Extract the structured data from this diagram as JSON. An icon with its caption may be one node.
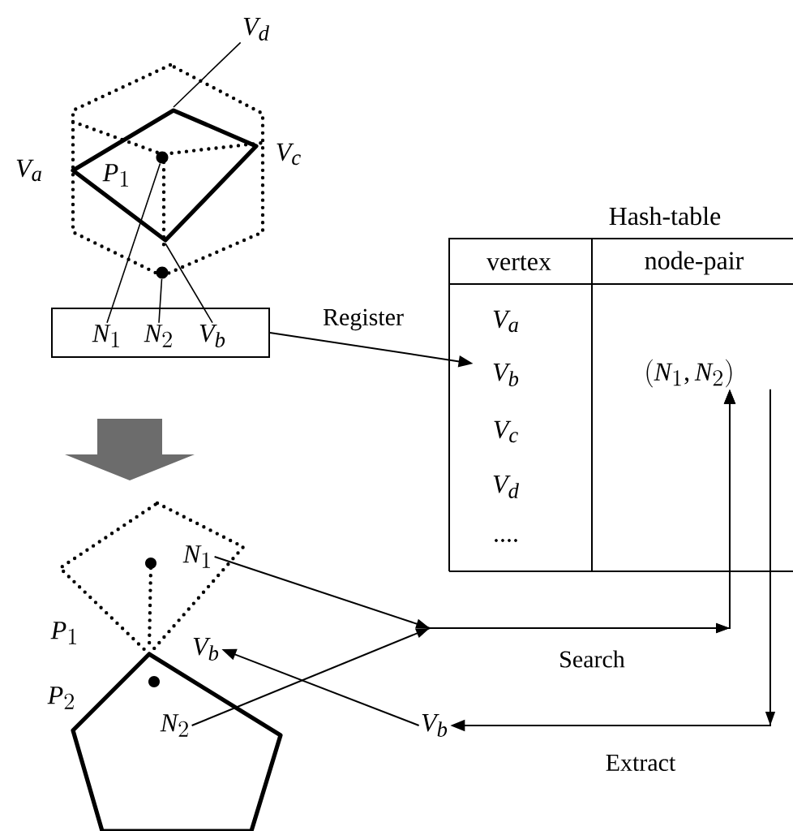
{
  "diagram": {
    "nodes": [
      {
        "text": [],
        "shape": "box"
      },
      {
        "text": [
          "N_1"
        ],
        "in": 0
      },
      {
        "text": [
          "N_2"
        ],
        "in": 0
      },
      {
        "text": [
          "V_b"
        ],
        "in": 0
      },
      {
        "text": [
          "V_d"
        ]
      },
      {
        "text": [
          "Hash-table"
        ]
      },
      {
        "text": [
          "V_a",
          "V_b",
          "V_c",
          "V_d",
          "...."
        ],
        "in": 5
      },
      {
        "text": [
          "(N_1, N_2)"
        ],
        "in": 5
      },
      {
        "text": [
          "N_1"
        ]
      },
      {
        "text": [
          "V_b"
        ]
      },
      {
        "text": [
          "N_2"
        ]
      },
      {
        "text": [
          "V_b"
        ]
      },
      {
        "text": [],
        "shape": "circle"
      },
      {
        "text": [],
        "shape": "circle"
      }
    ],
    "edges": [
      {
        "from": 4,
        "to": null,
        "arrow": "none"
      },
      {
        "from": 1,
        "to": 12,
        "arrow": "none"
      },
      {
        "from": 2,
        "to": 13,
        "arrow": "none"
      },
      {
        "from": 3,
        "to": null,
        "arrow": "none"
      },
      {
        "from": 0,
        "to": 6,
        "arrow": "to",
        "label": "Register"
      },
      {
        "from": 8,
        "to": 7,
        "arrow": "to",
        "label": "Search"
      },
      {
        "from": 10,
        "to": 7,
        "arrow": "to"
      },
      {
        "from": 7,
        "to": 11,
        "arrow": "to",
        "label": "Extract"
      },
      {
        "from": 11,
        "to": 9,
        "arrow": "to"
      }
    ],
    "labels": [
      "V_a",
      "P_1",
      "V_c",
      "vertex",
      "node-pair",
      "P_1",
      "P_2"
    ]
  }
}
